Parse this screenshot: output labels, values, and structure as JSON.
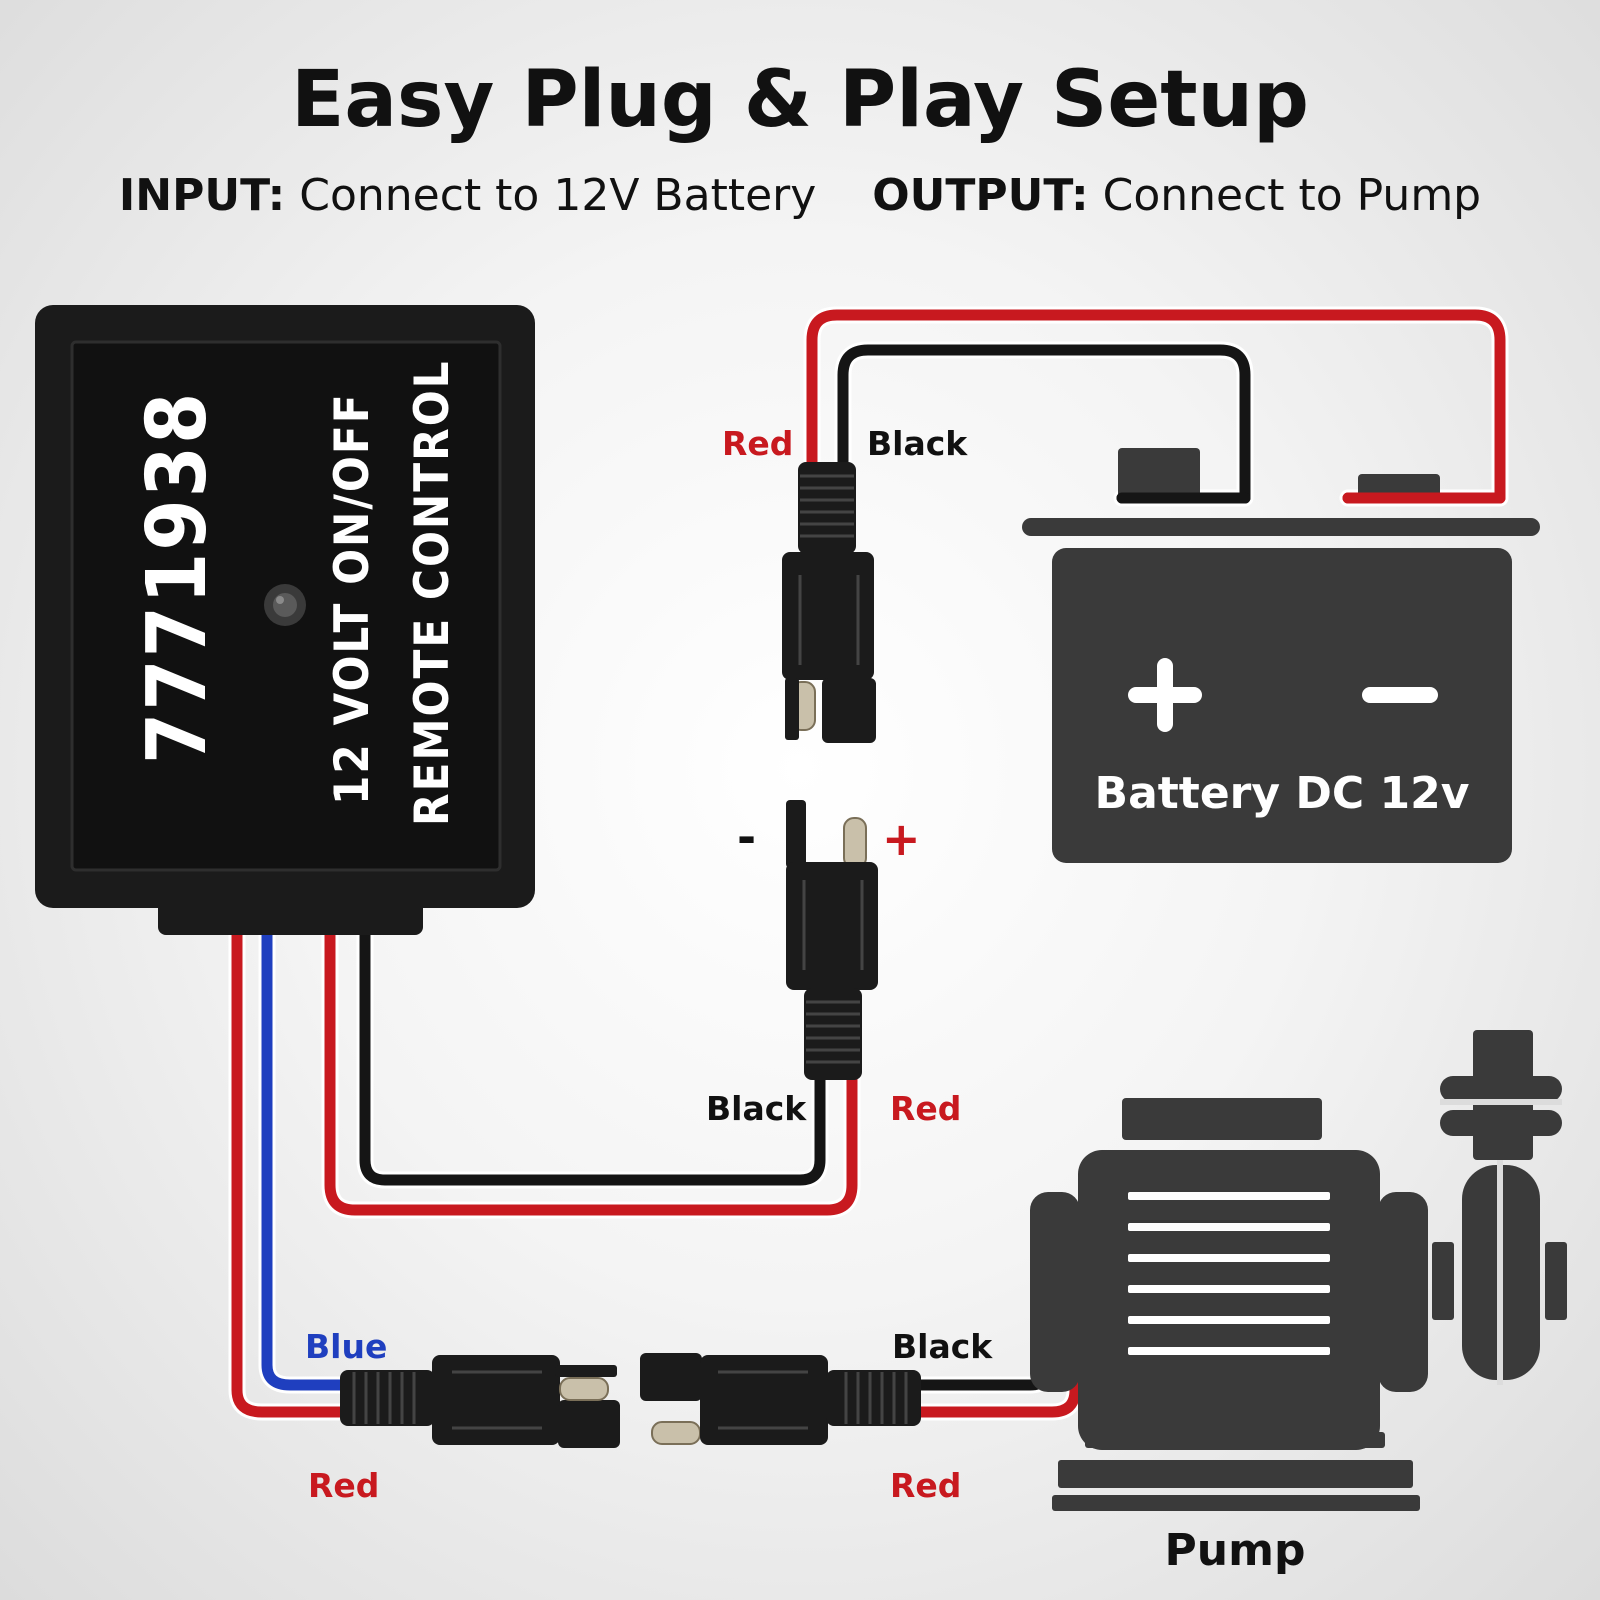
{
  "title": "Easy Plug & Play Setup",
  "subtitle": {
    "input_label": "INPUT:",
    "input_text": "Connect to 12V Battery",
    "output_label": "OUTPUT:",
    "output_text": "Connect to Pump"
  },
  "device": {
    "model_number": "7771938",
    "line1": "12 VOLT ON/OFF",
    "line2": "REMOTE CONTROL"
  },
  "battery": {
    "label": "Battery DC 12v",
    "plus_symbol": "+",
    "minus_symbol": "−"
  },
  "pump": {
    "label": "Pump"
  },
  "wire_labels": {
    "battery_red": "Red",
    "battery_black": "Black",
    "input_black": "Black",
    "input_red": "Red",
    "output_blue": "Blue",
    "output_red": "Red",
    "pump_black": "Black",
    "pump_red": "Red"
  },
  "polarity": {
    "minus": "-",
    "plus": "+"
  },
  "colors": {
    "red_wire": "#c8191f",
    "black_wire": "#151515",
    "blue_wire": "#1f3fbf",
    "device": "#1b1b1b",
    "battery": "#3a3a3a",
    "pump": "#3a3a3a"
  }
}
